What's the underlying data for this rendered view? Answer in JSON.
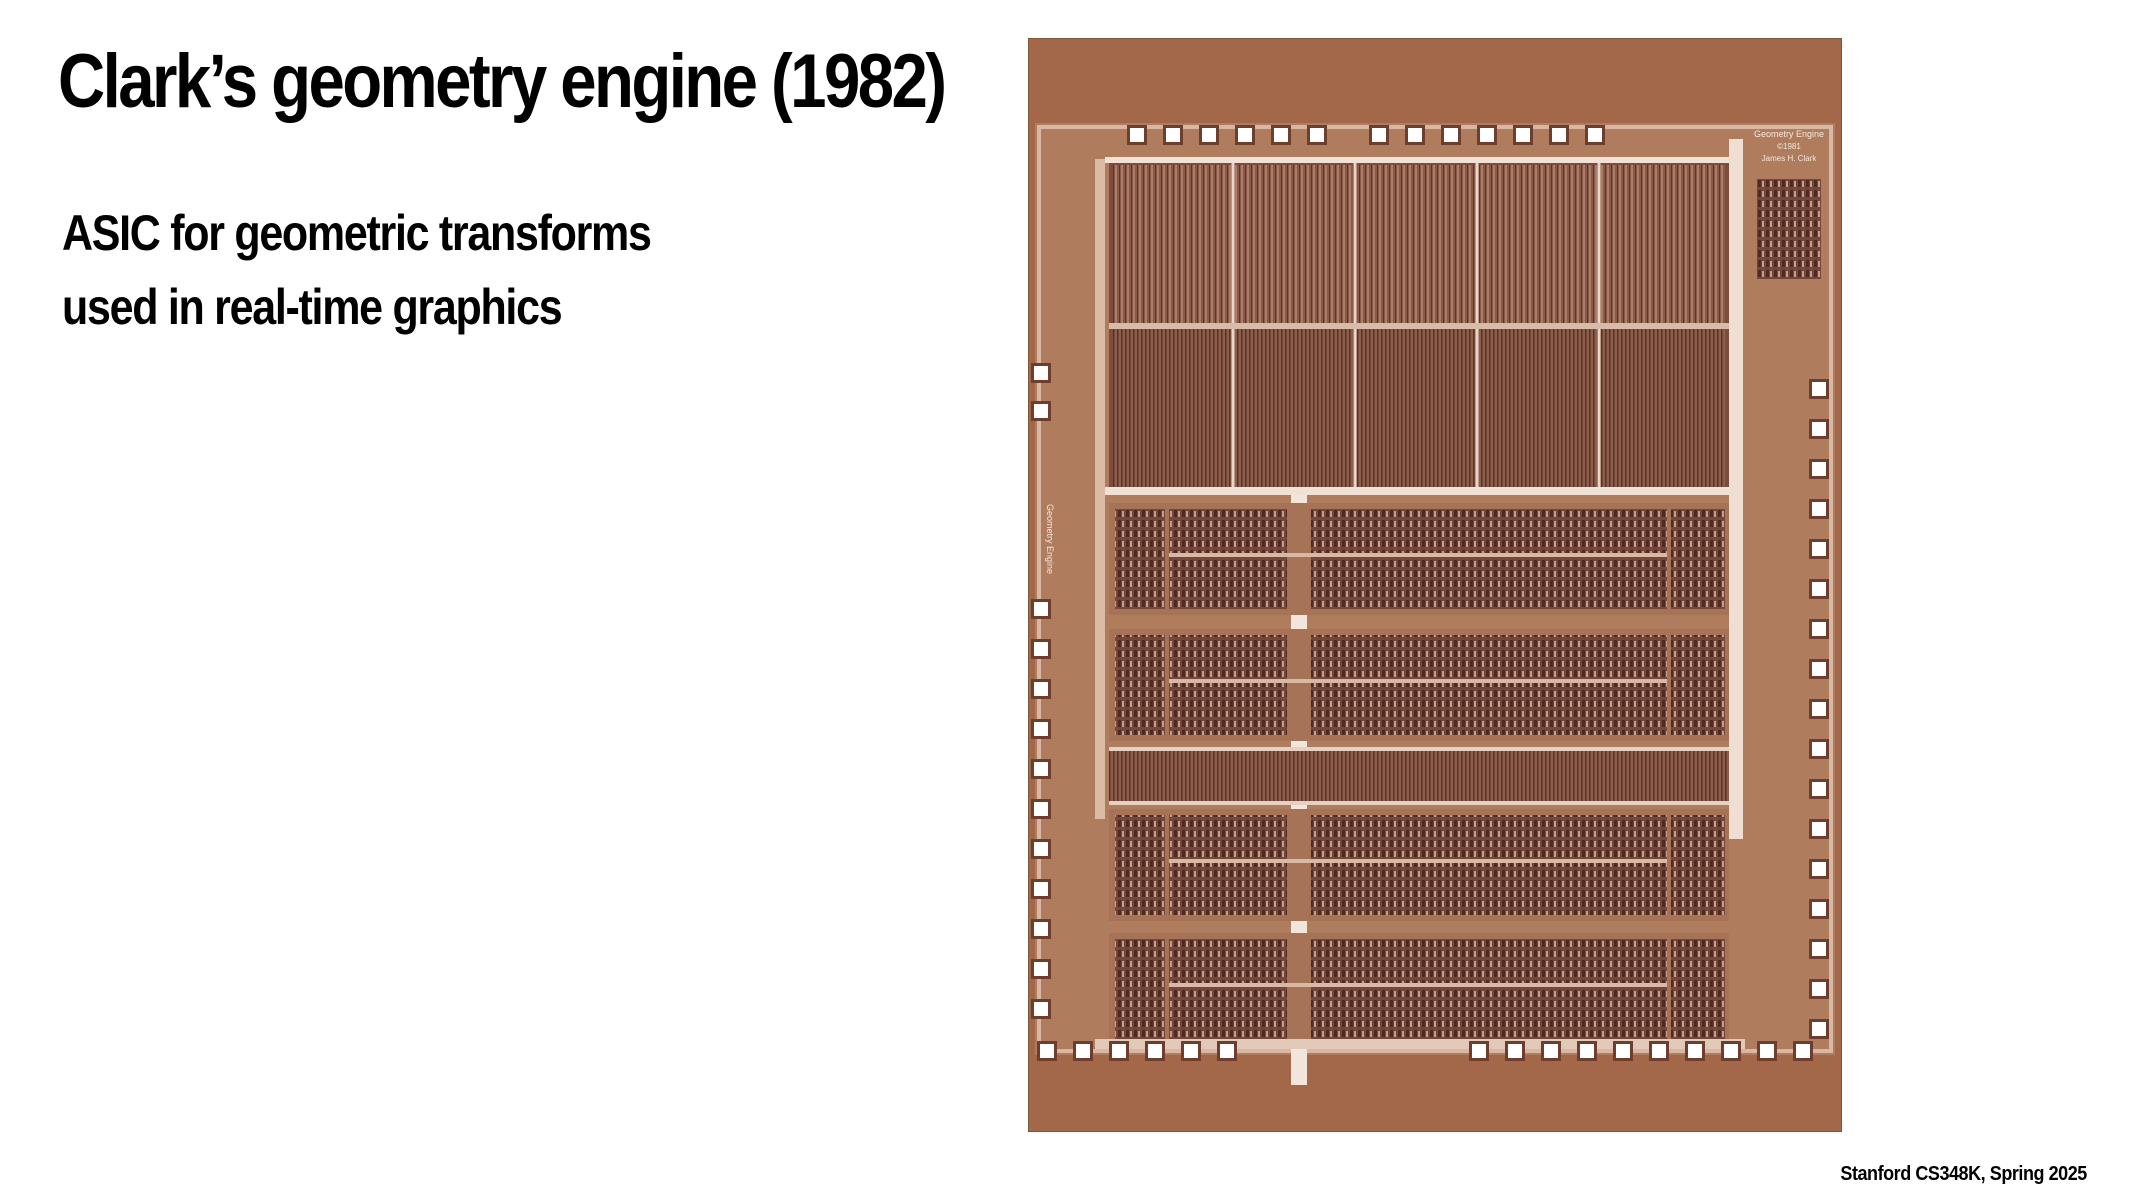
{
  "slide": {
    "title": "Clark’s geometry engine (1982)",
    "subtitle_lines": [
      "ASIC for geometric transforms",
      "used in real-time graphics"
    ],
    "footer": "Stanford CS348K, Spring 2025"
  },
  "image": {
    "description_name": "geometry-engine-die-photo",
    "die_labels": {
      "top_right_line1": "Geometry Engine",
      "top_right_line2": "©1981",
      "top_right_line3": "James H. Clark",
      "left_vertical": "Geometry Engine"
    }
  },
  "colors": {
    "die_background": "#a3684a",
    "die_frame": "#8a5632",
    "metal": "#e8d4c6",
    "dark_logic": "#6b3b2b",
    "pad": "#ffffff"
  }
}
